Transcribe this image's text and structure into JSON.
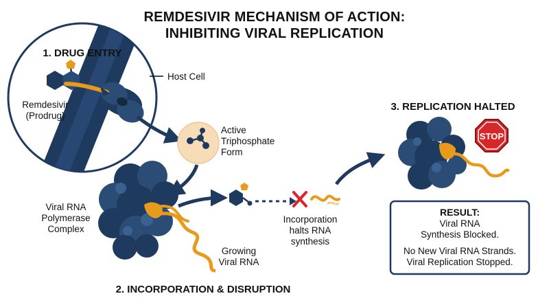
{
  "title": {
    "line1": "REMDESIVIR MECHANISM OF ACTION:",
    "line2": "INHIBITING VIRAL REPLICATION"
  },
  "steps": {
    "entry": "1. DRUG ENTRY",
    "incorporation": "2. INCORPORATION & DISRUPTION",
    "halted": "3. REPLICATION HALTED"
  },
  "labels": {
    "host_cell": "Host Cell",
    "prodrug_line1": "Remdesivir",
    "prodrug_line2": "(Prodrug)",
    "active_line1": "Active",
    "active_line2": "Triphosphate",
    "active_line3": "Form",
    "polymerase_line1": "Viral RNA",
    "polymerase_line2": "Polymerase",
    "polymerase_line3": "Complex",
    "growing_line1": "Growing",
    "growing_line2": "Viral RNA",
    "halts_line1": "Incorporation",
    "halts_line2": "halts RNA",
    "halts_line3": "synthesis"
  },
  "stop_sign": "STOP",
  "result": {
    "heading": "RESULT:",
    "line1": "Viral RNA",
    "line2": "Synthesis Blocked.",
    "line3": "No New Viral RNA Strands.",
    "line4": "Viral Replication Stopped."
  },
  "icons": {
    "prodrug": "molecule-icon",
    "triphosphate": "triphosphate-icon",
    "polymerase": "protein-blob-icon",
    "stop": "stop-sign-icon",
    "block": "red-x-icon"
  },
  "colors": {
    "navy": "#1f3a5f",
    "orange": "#e89a1c",
    "peach": "#f7dcb8",
    "stop_red": "#d62828",
    "x_red": "#d8232a"
  }
}
